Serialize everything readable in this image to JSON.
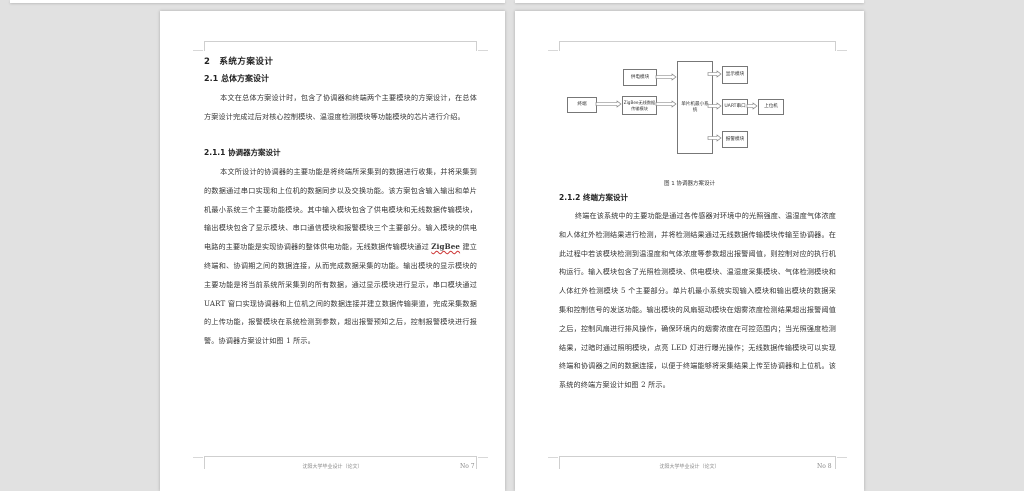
{
  "document": {
    "footer_text": "沈阳大学毕业设计（论文）",
    "pages": [
      {
        "page_number": "No 7",
        "heading_1": "2　系统方案设计",
        "heading_2": "2.1 总体方案设计",
        "para_1": "本文在总体方案设计时，包含了协调器和终端两个主要模块的方案设计，在总体方案设计完成过后对核心控制模块、温湿度检测模块等功能模块的芯片进行介绍。",
        "heading_3": "2.1.1 协调器方案设计",
        "para_2_before": "本文所设计的协调器的主要功能是将终端所采集到的数据进行收集，并将采集到的数据通过串口实现和上位机的数据同步以及交换功能。该方案包含输入输出和单片机最小系统三个主要功能模块。其中输入模块包含了供电模块和无线数据传输模块，输出模块包含了显示模块、串口通信模块和报警模块三个主要部分。输入模块的供电电路的主要功能是实现协调器的整体供电功能，无线数据传输模块通过 ",
        "para_2_link": "ZigBee",
        "para_2_after": " 建立终端和、协调期之间的数据连接，从而完成数据采集的功能。输出模块的显示模块的主要功能是将当前系统所采集到的所有数据，通过显示模块进行显示，串口模块通过 UART 窗口实现协调器和上位机之间的数据连接并建立数据传输渠道，完成采集数据的上传功能，报警模块在系统检测到参数，超出报警预知之后，控制报警模块进行报警。协调器方案设计如图 1 所示。"
      },
      {
        "page_number": "No 8",
        "figure": {
          "caption": "图 1 协调器方案设计",
          "boxes": {
            "terminal": "终端",
            "power": "供电模块",
            "zigbee": "ZigBee无线数据传输模块",
            "mcu": "单片机最小系统",
            "display": "显示模块",
            "uart": "UART串口",
            "host": "上位机",
            "alarm": "报警模块"
          }
        },
        "heading_3": "2.1.2 终端方案设计",
        "para_1": "终端在该系统中的主要功能是通过各传感器对环境中的光照强度、温湿度气体浓度和人体红外检测结果进行检测，并将检测结果通过无线数据传输模块传输至协调器。在此过程中若该模块检测到温湿度和气体浓度等参数超出报警阈值，则控制对应的执行机构运行。输入模块包含了光照检测模块、供电模块、温湿度采集模块、气体检测模块和人体红外检测模块 5 个主要部分。单片机最小系统实现输入模块和输出模块的数据采集和控制信号的发送功能。输出模块的风扇驱动模块在烟雾浓度检测结果超出报警阈值之后，控制风扇进行排风操作，确保环境内的烟雾浓度在可控范围内；当光照强度检测结果，过暗时通过照明模块，点亮 LED 灯进行曝光操作；无线数据传输模块可以实现终端和协调器之间的数据连接，以便于终端能够将采集结果上传至协调器和上位机。该系统的终端方案设计如图 2 所示。"
      }
    ]
  }
}
